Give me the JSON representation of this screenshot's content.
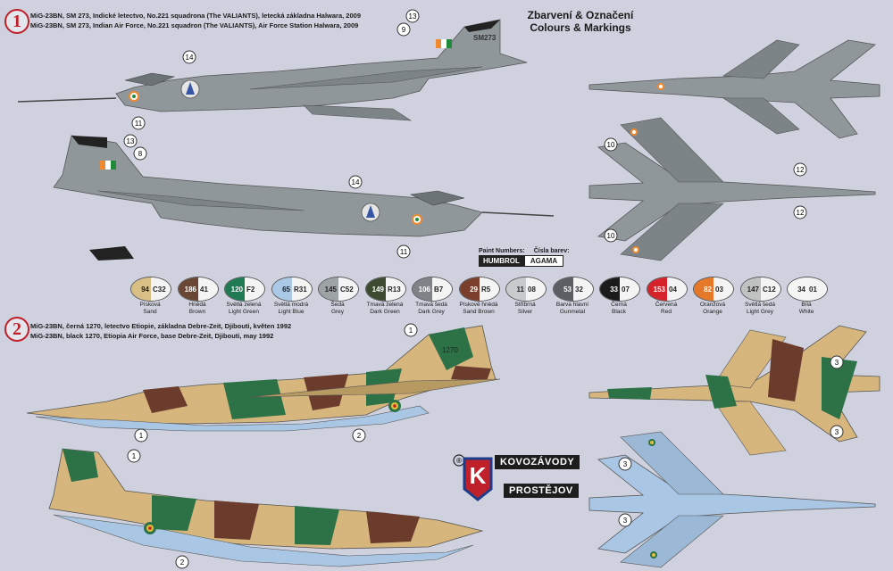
{
  "header": {
    "title_cz": "Zbarvení & Označení",
    "title_en": "Colours & Markings"
  },
  "scheme1": {
    "number": "1",
    "caption_cz": "MiG-23BN, SM 273, Indické letectvo, No.221 squadrona (The VALIANTS), letecká základna Halwara, 2009",
    "caption_en": "MiG-23BN, SM 273, Indian Air Force, No.221 squadron (The VALIANTS), Air Force Station Halwara, 2009",
    "serial": "SM273",
    "callouts": [
      "13",
      "9",
      "14",
      "11",
      "13",
      "8",
      "14",
      "11",
      "10",
      "12",
      "12",
      "10"
    ]
  },
  "scheme2": {
    "number": "2",
    "caption_cz": "MiG-23BN, černá 1270, letectvo  Etiopie, základna Debre-Zeit, Djibouti, květen 1992",
    "caption_en": "MiG-23BN, black 1270, Etiopia Air Force, base Debre-Zeit, Djibouti, may 1992",
    "serial": "1270",
    "callouts": [
      "1",
      "1",
      "2",
      "3",
      "3",
      "1",
      "2",
      "3",
      "3"
    ]
  },
  "paint": {
    "numbers_label": "Paint Numbers:",
    "numbers_label_cz": "Čísla barev:",
    "brand1": "HUMBROL",
    "brand2": "AGAMA"
  },
  "swatches": [
    {
      "h": "94",
      "a": "C32",
      "cz": "Písková",
      "en": "Sand",
      "color": "#d9bf84"
    },
    {
      "h": "186",
      "a": "41",
      "cz": "Hnědá",
      "en": "Brown",
      "color": "#6a4634"
    },
    {
      "h": "120",
      "a": "F2",
      "cz": "Světlá zelená",
      "en": "Light Green",
      "color": "#1f7a53"
    },
    {
      "h": "65",
      "a": "R31",
      "cz": "Světlá modrá",
      "en": "Light Blue",
      "color": "#a9c9e6"
    },
    {
      "h": "145",
      "a": "C52",
      "cz": "Šedá",
      "en": "Grey",
      "color": "#9ea3a6"
    },
    {
      "h": "149",
      "a": "R13",
      "cz": "Tmavá zelená",
      "en": "Dark Green",
      "color": "#3c4b30"
    },
    {
      "h": "106",
      "a": "B7",
      "cz": "Tmavá šedá",
      "en": "Dark Grey",
      "color": "#7f8286"
    },
    {
      "h": "29",
      "a": "R5",
      "cz": "Pískově hnědá",
      "en": "Sand Brown",
      "color": "#7a3e2c"
    },
    {
      "h": "11",
      "a": "08",
      "cz": "Stříbrná",
      "en": "Silver",
      "color": "#c9cacc"
    },
    {
      "h": "53",
      "a": "32",
      "cz": "Barva hlavní",
      "en": "Gunmetal",
      "color": "#5b5e62"
    },
    {
      "h": "33",
      "a": "07",
      "cz": "Černá",
      "en": "Black",
      "color": "#1b1b1b"
    },
    {
      "h": "153",
      "a": "04",
      "cz": "Červená",
      "en": "Red",
      "color": "#d6232b"
    },
    {
      "h": "82",
      "a": "03",
      "cz": "Oranžová",
      "en": "Orange",
      "color": "#e57829"
    },
    {
      "h": "147",
      "a": "C12",
      "cz": "Světlá šedá",
      "en": "Light Grey",
      "color": "#c0c2c2"
    },
    {
      "h": "34",
      "a": "01",
      "cz": "Bílá",
      "en": "White",
      "color": "#f5f5f5"
    }
  ],
  "logo": {
    "mark": "K",
    "registered": "®",
    "line1": "KOVOZÁVODY",
    "line2": "PROSTĚJOV"
  },
  "colors": {
    "grey_aircraft": "#8f979b",
    "sand": "#d6b67c",
    "green": "#2d7247",
    "brown": "#6b3b2b",
    "light_blue": "#a9c6e4",
    "accent_red": "#c0202a"
  }
}
